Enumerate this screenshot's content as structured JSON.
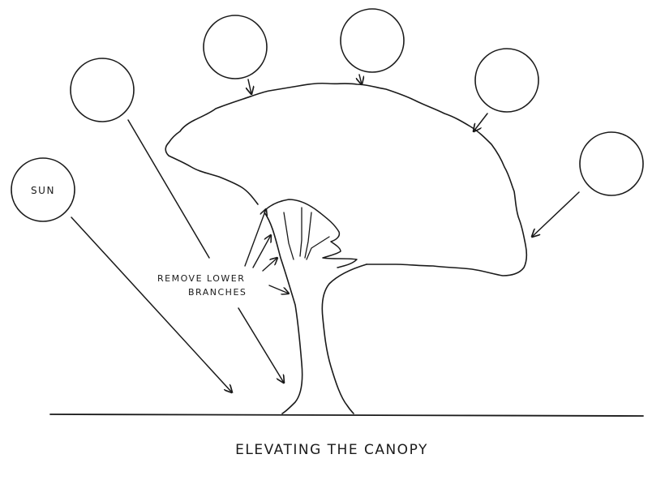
{
  "diagram": {
    "title": "ELEVATING THE CANOPY",
    "sun_label": "SUN",
    "annotation_line1": "REMOVE LOWER",
    "annotation_line2": "BRANCHES",
    "sun_positions_count": 6
  },
  "colors": {
    "ink": "#1a1a1a",
    "background": "#ffffff"
  }
}
